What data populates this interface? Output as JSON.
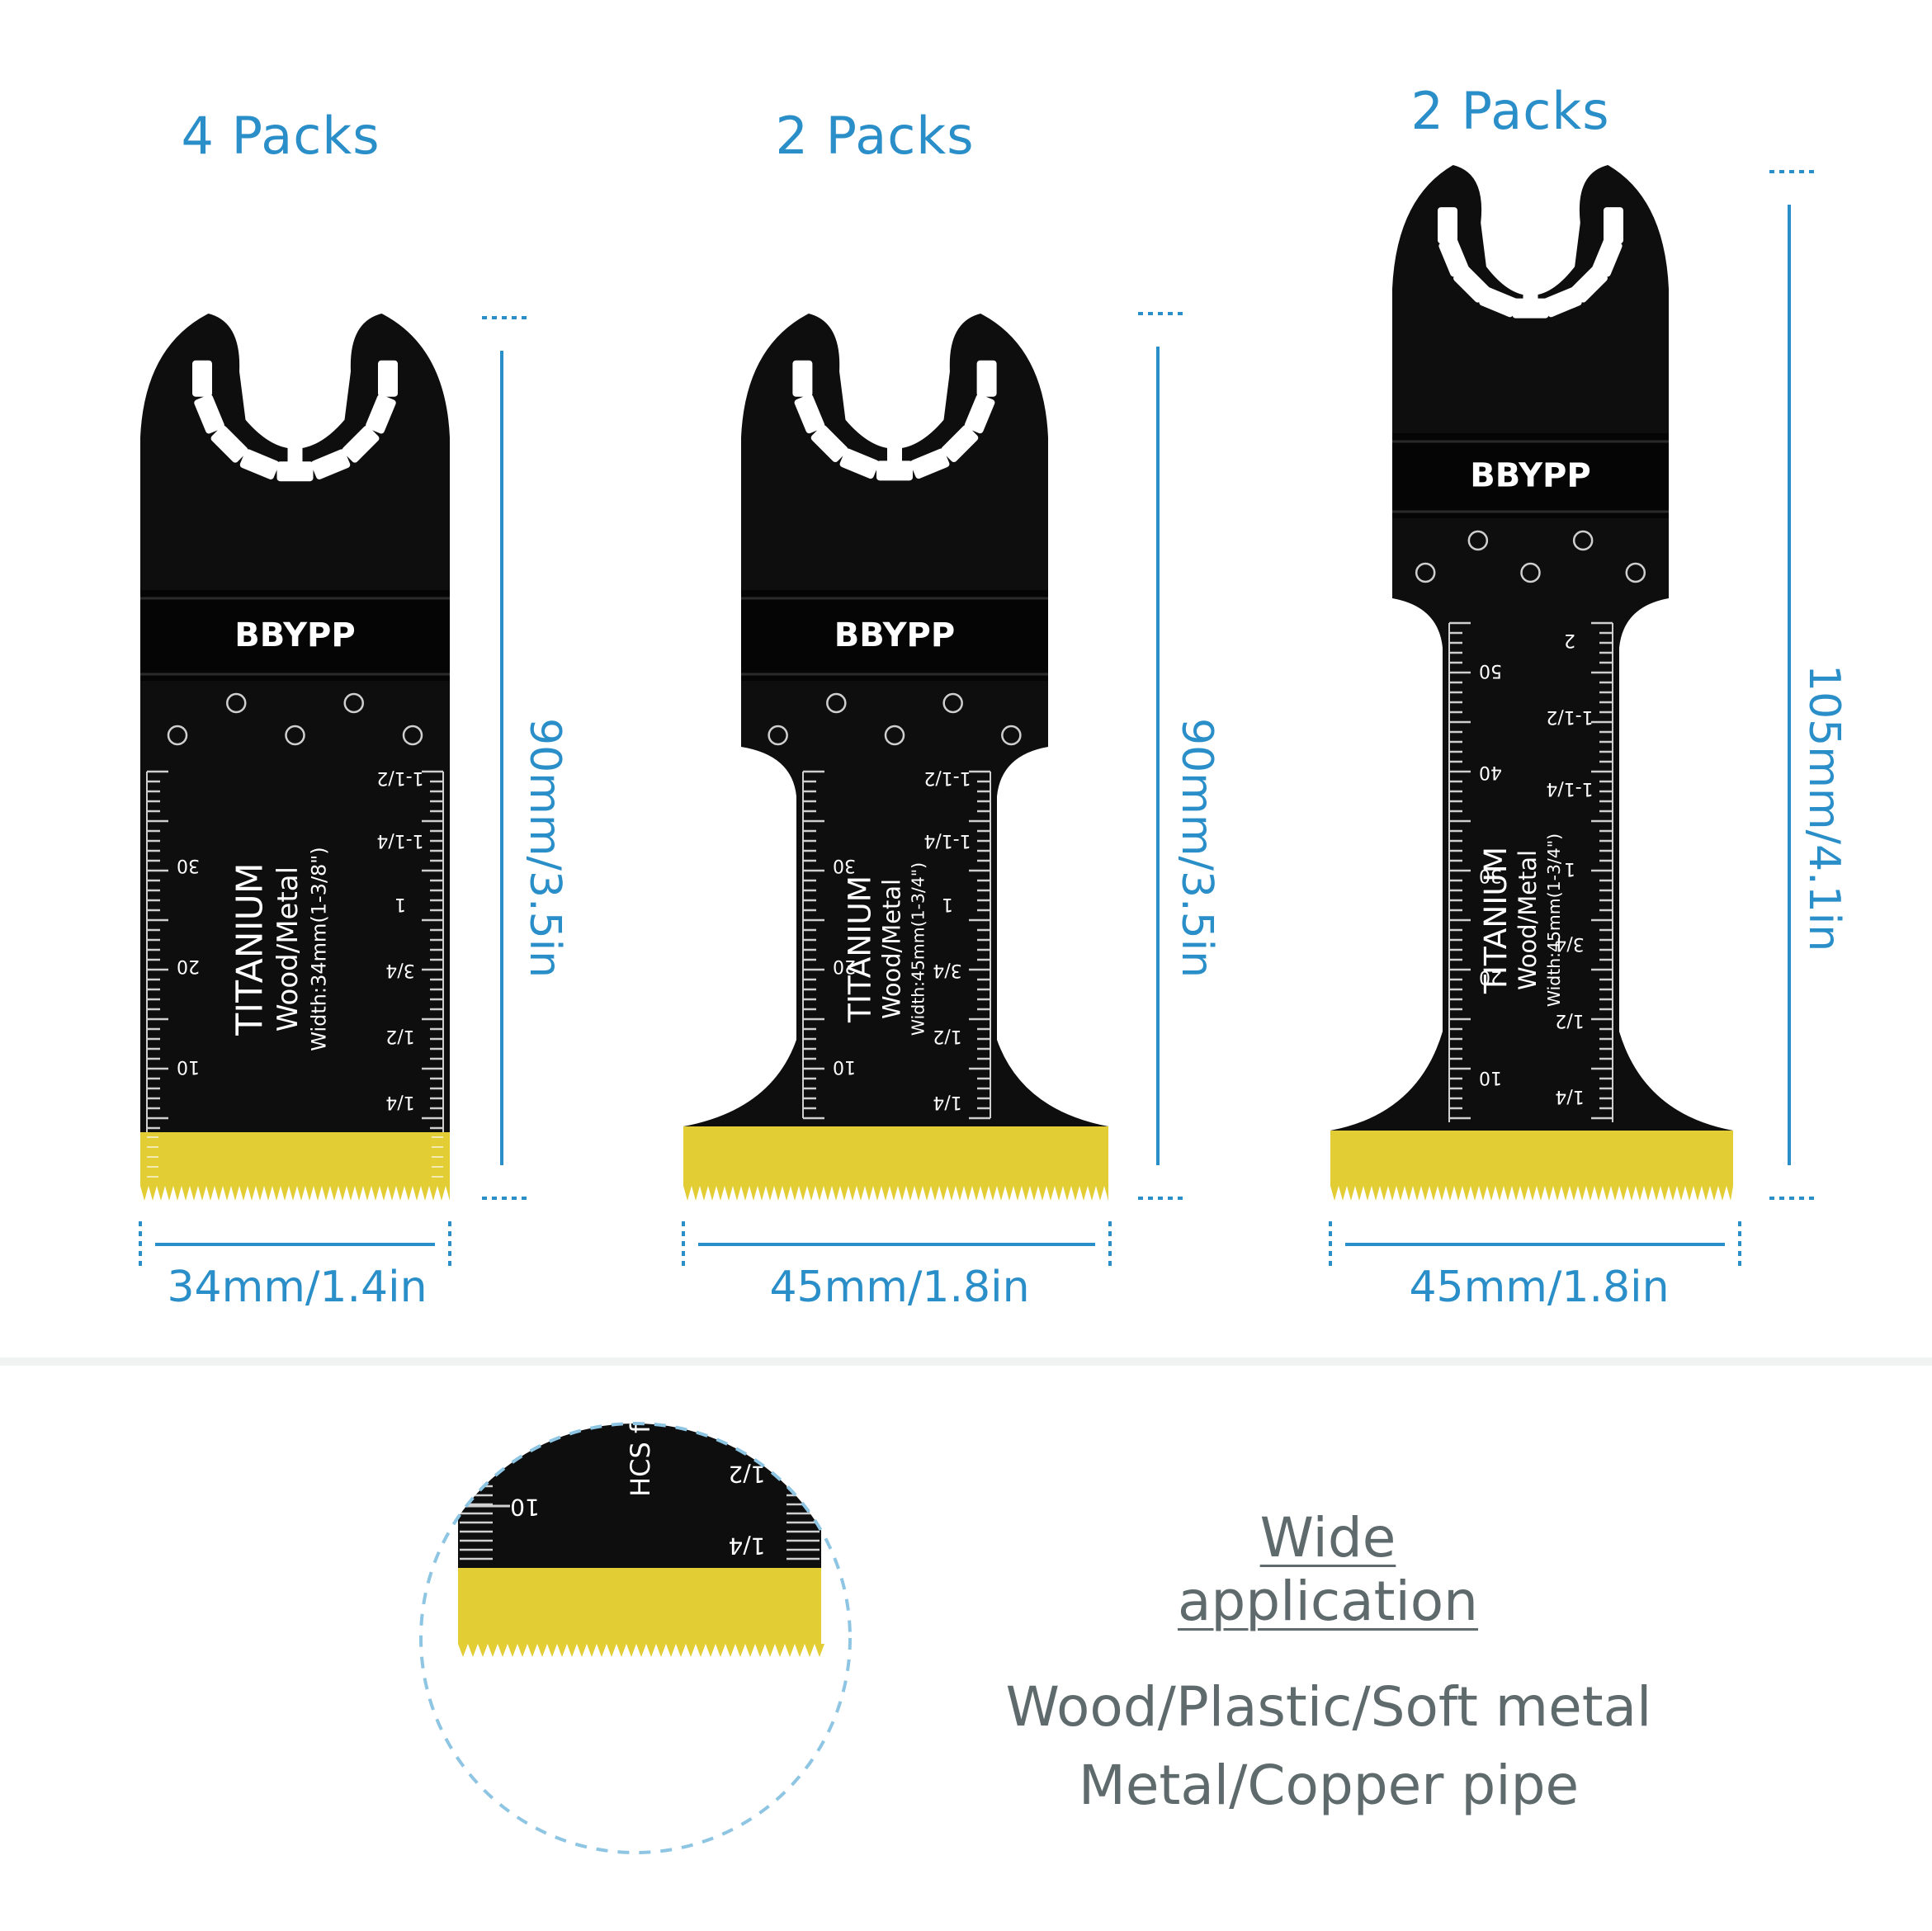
{
  "colors": {
    "accent": "#2a8ec8",
    "blade": "#0e0e0e",
    "band": "#050505",
    "teeth": "#e2cd34",
    "text_gray": "#5e6a6c"
  },
  "blades": [
    {
      "pack": "4 Packs",
      "brand": "BBYPP",
      "material": "TITANIUM",
      "use": "Wood/Metal",
      "width_text": "Width:34mm(1-3/8\")",
      "length_label": "90mm/3.5in",
      "width_label": "34mm/1.4in",
      "mm_ticks": [
        "30",
        "20",
        "10"
      ],
      "inch_ticks": [
        "1-1/2",
        "1-1/4",
        "1",
        "3/4",
        "1/2",
        "1/4"
      ]
    },
    {
      "pack": "2 Packs",
      "brand": "BBYPP",
      "material": "TITANIUM",
      "use": "Wood/Metal",
      "width_text": "Width:45mm(1-3/4\")",
      "length_label": "90mm/3.5in",
      "width_label": "45mm/1.8in",
      "mm_ticks": [
        "30",
        "20",
        "10"
      ],
      "inch_ticks": [
        "1-1/2",
        "1-1/4",
        "1",
        "3/4",
        "1/2",
        "1/4"
      ]
    },
    {
      "pack": "2 Packs",
      "brand": "BBYPP",
      "material": "TITANIUM",
      "use": "Wood/Metal",
      "width_text": "Width:45mm(1-3/4\")",
      "length_label": "105mm/4.1in",
      "width_label": "45mm/1.8in",
      "mm_ticks": [
        "50",
        "40",
        "30",
        "20",
        "10"
      ],
      "inch_ticks": [
        "2",
        "1-1/2",
        "1-1/4",
        "1",
        "3/4",
        "1/2",
        "1/4"
      ]
    }
  ],
  "zoom": {
    "mm_tick": "10",
    "inch_ticks": [
      "1/2",
      "1/4"
    ],
    "side_text": "HCS fo"
  },
  "application": {
    "title": "Wide application",
    "lines": [
      "Wood/Plastic/Soft metal",
      "Metal/Copper pipe"
    ]
  }
}
